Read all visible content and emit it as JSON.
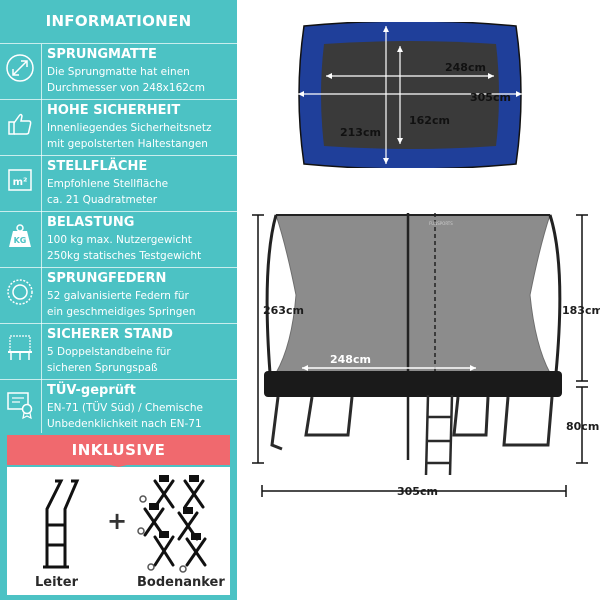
{
  "sidebar": {
    "title": "INFORMATIONEN",
    "features": [
      {
        "title": "SPRUNGMATTE",
        "desc_lines": [
          "Die Sprungmatte hat einen",
          "Durchmesser von 248x162cm"
        ],
        "icon": "diagonal-arrow-icon"
      },
      {
        "title": "HOHE SICHERHEIT",
        "desc_lines": [
          "Innenliegendes Sicherheitsnetz",
          "mit gepolsterten Haltestangen"
        ],
        "icon": "thumbs-up-icon"
      },
      {
        "title": "STELLFLÄCHE",
        "desc_lines": [
          "Empfohlene Stellfläche",
          "ca. 21 Quadratmeter"
        ],
        "icon": "square-meter-icon",
        "icon_text": "m²"
      },
      {
        "title": "BELASTUNG",
        "desc_lines": [
          "100 kg max. Nutzergewicht",
          "250kg statisches Testgewicht"
        ],
        "icon": "weight-icon",
        "icon_text": "KG"
      },
      {
        "title": "SPRUNGFEDERN",
        "desc_lines": [
          "52 galvanisierte Federn für",
          "ein geschmeidiges Springen"
        ],
        "icon": "spring-icon"
      },
      {
        "title": "SICHERER STAND",
        "desc_lines": [
          "5 Doppelstandbeine für",
          "sicheren Sprungspaß"
        ],
        "icon": "trampoline-icon"
      },
      {
        "title": "TÜV-geprüft",
        "desc_lines": [
          "EN-71 (TÜV Süd) / Chemische",
          "Unbedenklichkeit nach EN-71"
        ],
        "icon": "certificate-icon"
      }
    ]
  },
  "inklusive": {
    "banner": "INKLUSIVE",
    "plus": "+",
    "items": [
      {
        "label": "Leiter",
        "icon": "ladder-icon"
      },
      {
        "label": "Bodenanker",
        "icon": "ground-anchor-icon"
      }
    ]
  },
  "top_view": {
    "mat_width": "248cm",
    "outer_width": "305cm",
    "mat_depth": "162cm",
    "outer_depth": "213cm"
  },
  "side_view": {
    "total_height": "263cm",
    "net_height": "183cm",
    "frame_height": "80cm",
    "mat_width": "248cm",
    "outer_width": "305cm",
    "brand_text": "FUNSPORTS"
  },
  "colors": {
    "sidebar": "#4cc2c4",
    "banner": "#f0696e",
    "pad_blue": "#1f3f9a",
    "mat_dark": "#3a3a3a"
  }
}
